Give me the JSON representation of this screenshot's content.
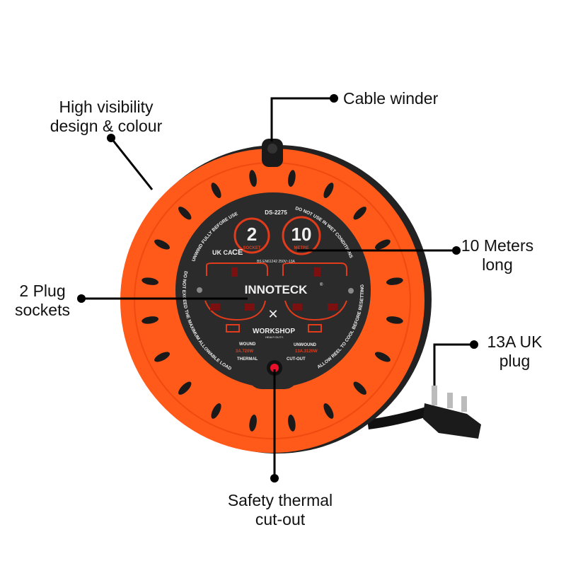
{
  "callouts": {
    "visibility": [
      "High visibility",
      "design & colour"
    ],
    "winder": [
      "Cable winder"
    ],
    "length": [
      "10 Meters",
      "long"
    ],
    "sockets": [
      "2 Plug",
      "sockets"
    ],
    "plug": [
      "13A UK",
      "plug"
    ],
    "thermal": [
      "Safety thermal",
      "cut-out"
    ]
  },
  "reel_face": {
    "model": "DS-2275",
    "socket_count": "2",
    "socket_label": "SOCKET",
    "length_value": "10",
    "length_label": "METRE",
    "marks": [
      "UK CA",
      "CE"
    ],
    "standard": "BS EN61242 250V~13A",
    "arc_left_top": "UNWIND FULLY BEFORE USE",
    "arc_right_top": "DO NOT USE IN WET CONDITIONS",
    "arc_left_bottom": "DO NOT EXCEED THE MAXIMUM ALLOWABLE LOAD",
    "arc_right_bottom": "ALLOW REEL TO COOL BEFORE RESETTING",
    "brand": "INNOTECK",
    "brand_mark": "®",
    "product_line": "WORKSHOP",
    "product_sub": "HEAVY DUTY.",
    "wound_label": "WOUND",
    "wound_rating": "3A.720W",
    "unwound_label": "UNWOUND",
    "unwound_rating": "13A.3120W",
    "thermal_label": "THERMAL",
    "cutout_label": "CUT-OUT"
  },
  "colors": {
    "orange": "#ff5a1a",
    "face": "#2b2b2b",
    "accent": "#e23b1b",
    "button": "#e8102a"
  }
}
